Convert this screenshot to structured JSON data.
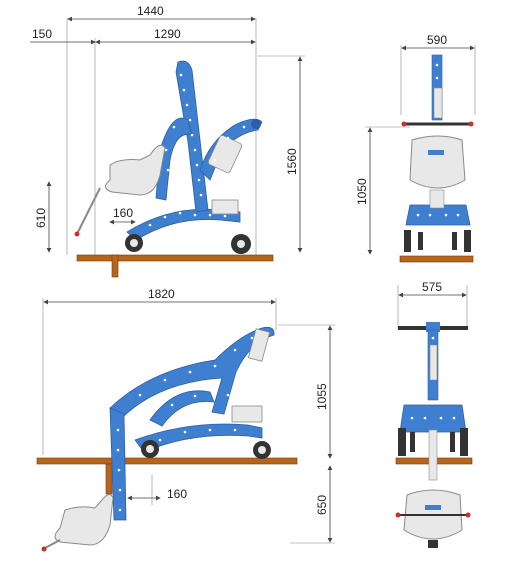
{
  "colors": {
    "frame": "#3f7fd0",
    "frame_dark": "#2c5fa8",
    "dots": "#ffffff",
    "seat": "#e8e8e8",
    "seat_edge": "#8a8a8a",
    "wheel": "#333333",
    "wheel_hub": "#e8e8e8",
    "ground": "#b8651c",
    "ground_edge": "#6e3a0e",
    "dim_line": "#444444",
    "accent_red": "#d22c2c"
  },
  "dimensions": {
    "side_top": {
      "overall_width": "1440",
      "front_overhang": "150",
      "base_length": "1290",
      "total_height": "1560",
      "seat_height": "610",
      "clearance": "160"
    },
    "front_top": {
      "width": "590",
      "height": "1050"
    },
    "side_bottom": {
      "overall_width": "1820",
      "height_above": "1055",
      "height_below": "650",
      "clearance": "160"
    },
    "front_bottom": {
      "width": "575"
    }
  },
  "icons": {
    "side_top_lift": "patient-lift-side-icon",
    "front_top_lift": "patient-lift-front-icon",
    "side_bottom_lift": "patient-lift-extended-side-icon",
    "front_bottom_lift": "patient-lift-extended-front-icon"
  }
}
